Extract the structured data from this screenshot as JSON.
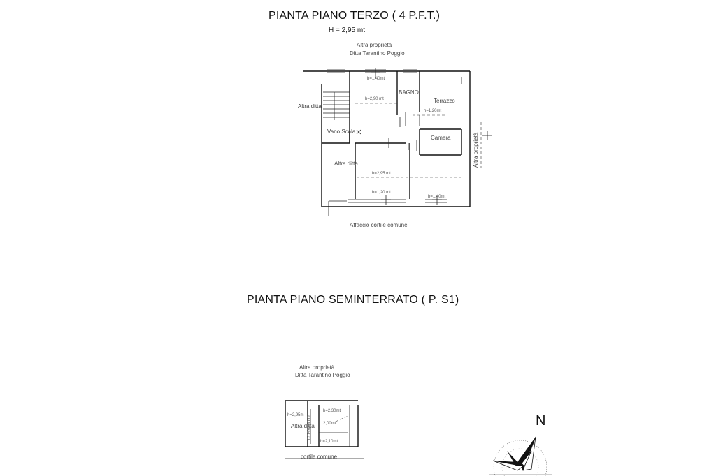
{
  "floor3": {
    "title": "PIANTA PIANO TERZO ( 4 P.F.T.)",
    "height": "H = 2,95 mt",
    "note_top_1": "Altra proprietà",
    "note_top_2": "Ditta Tarantino Poggio",
    "bathroom": "BAGNO",
    "terrace": "Terrazzo",
    "bedroom": "Camera",
    "stair_vane": "Vano Scala",
    "other_left": "Altra ditta",
    "other_bottom_left": "Altra ditta",
    "right_side": "Altra proprietà",
    "bottom_note": "Affaccio cortile comune",
    "dims": {
      "d1": "h=1,40mt",
      "d2": "h=2,90 mt",
      "d3": "h=1,20mt",
      "d4": "h=2,95 mt",
      "d5": "h=1,20 mt",
      "d6": "h=1,40mt"
    }
  },
  "basement": {
    "title": "PIANTA PIANO SEMINTERRATO ( P. S1)",
    "note_1": "Altra proprietà",
    "note_2": "Ditta Tarantino Poggio",
    "other": "Altra ditta",
    "dims": {
      "d1": "h=2,95m",
      "d2": "h=2,30mt",
      "d3": "2,00mt",
      "d4": "h=2,10mt"
    },
    "bottom_note": "cortile comune",
    "corridor": "CORRIDOIO"
  },
  "compass": {
    "label": "N"
  }
}
